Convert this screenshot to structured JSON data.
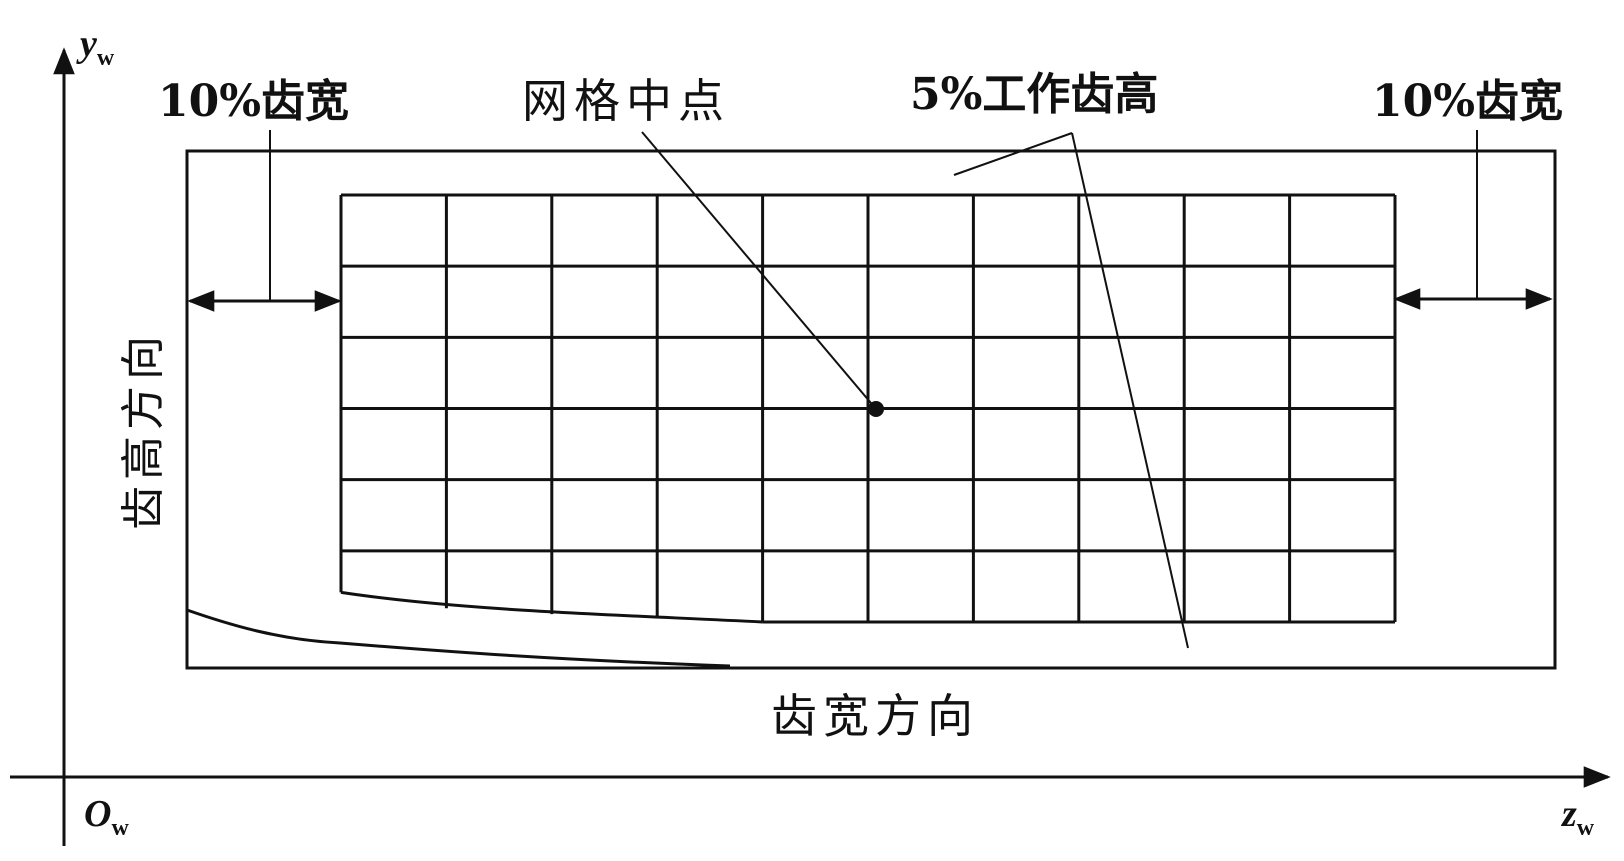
{
  "axes": {
    "y_axis": {
      "symbol": "y",
      "subscript": "w"
    },
    "z_axis": {
      "symbol": "z",
      "subscript": "w"
    },
    "origin": {
      "symbol": "O",
      "subscript": "w"
    }
  },
  "labels": {
    "left_width_margin": "10%齿宽",
    "right_width_margin": "10%齿宽",
    "grid_midpoint": "网格中点",
    "working_depth_margin": "5%工作齿高",
    "width_direction": "齿宽方向",
    "height_direction": "齿高方向"
  },
  "grid": {
    "columns": 10,
    "rows": 6
  },
  "colors": {
    "line": "#111111",
    "background": "#ffffff"
  }
}
